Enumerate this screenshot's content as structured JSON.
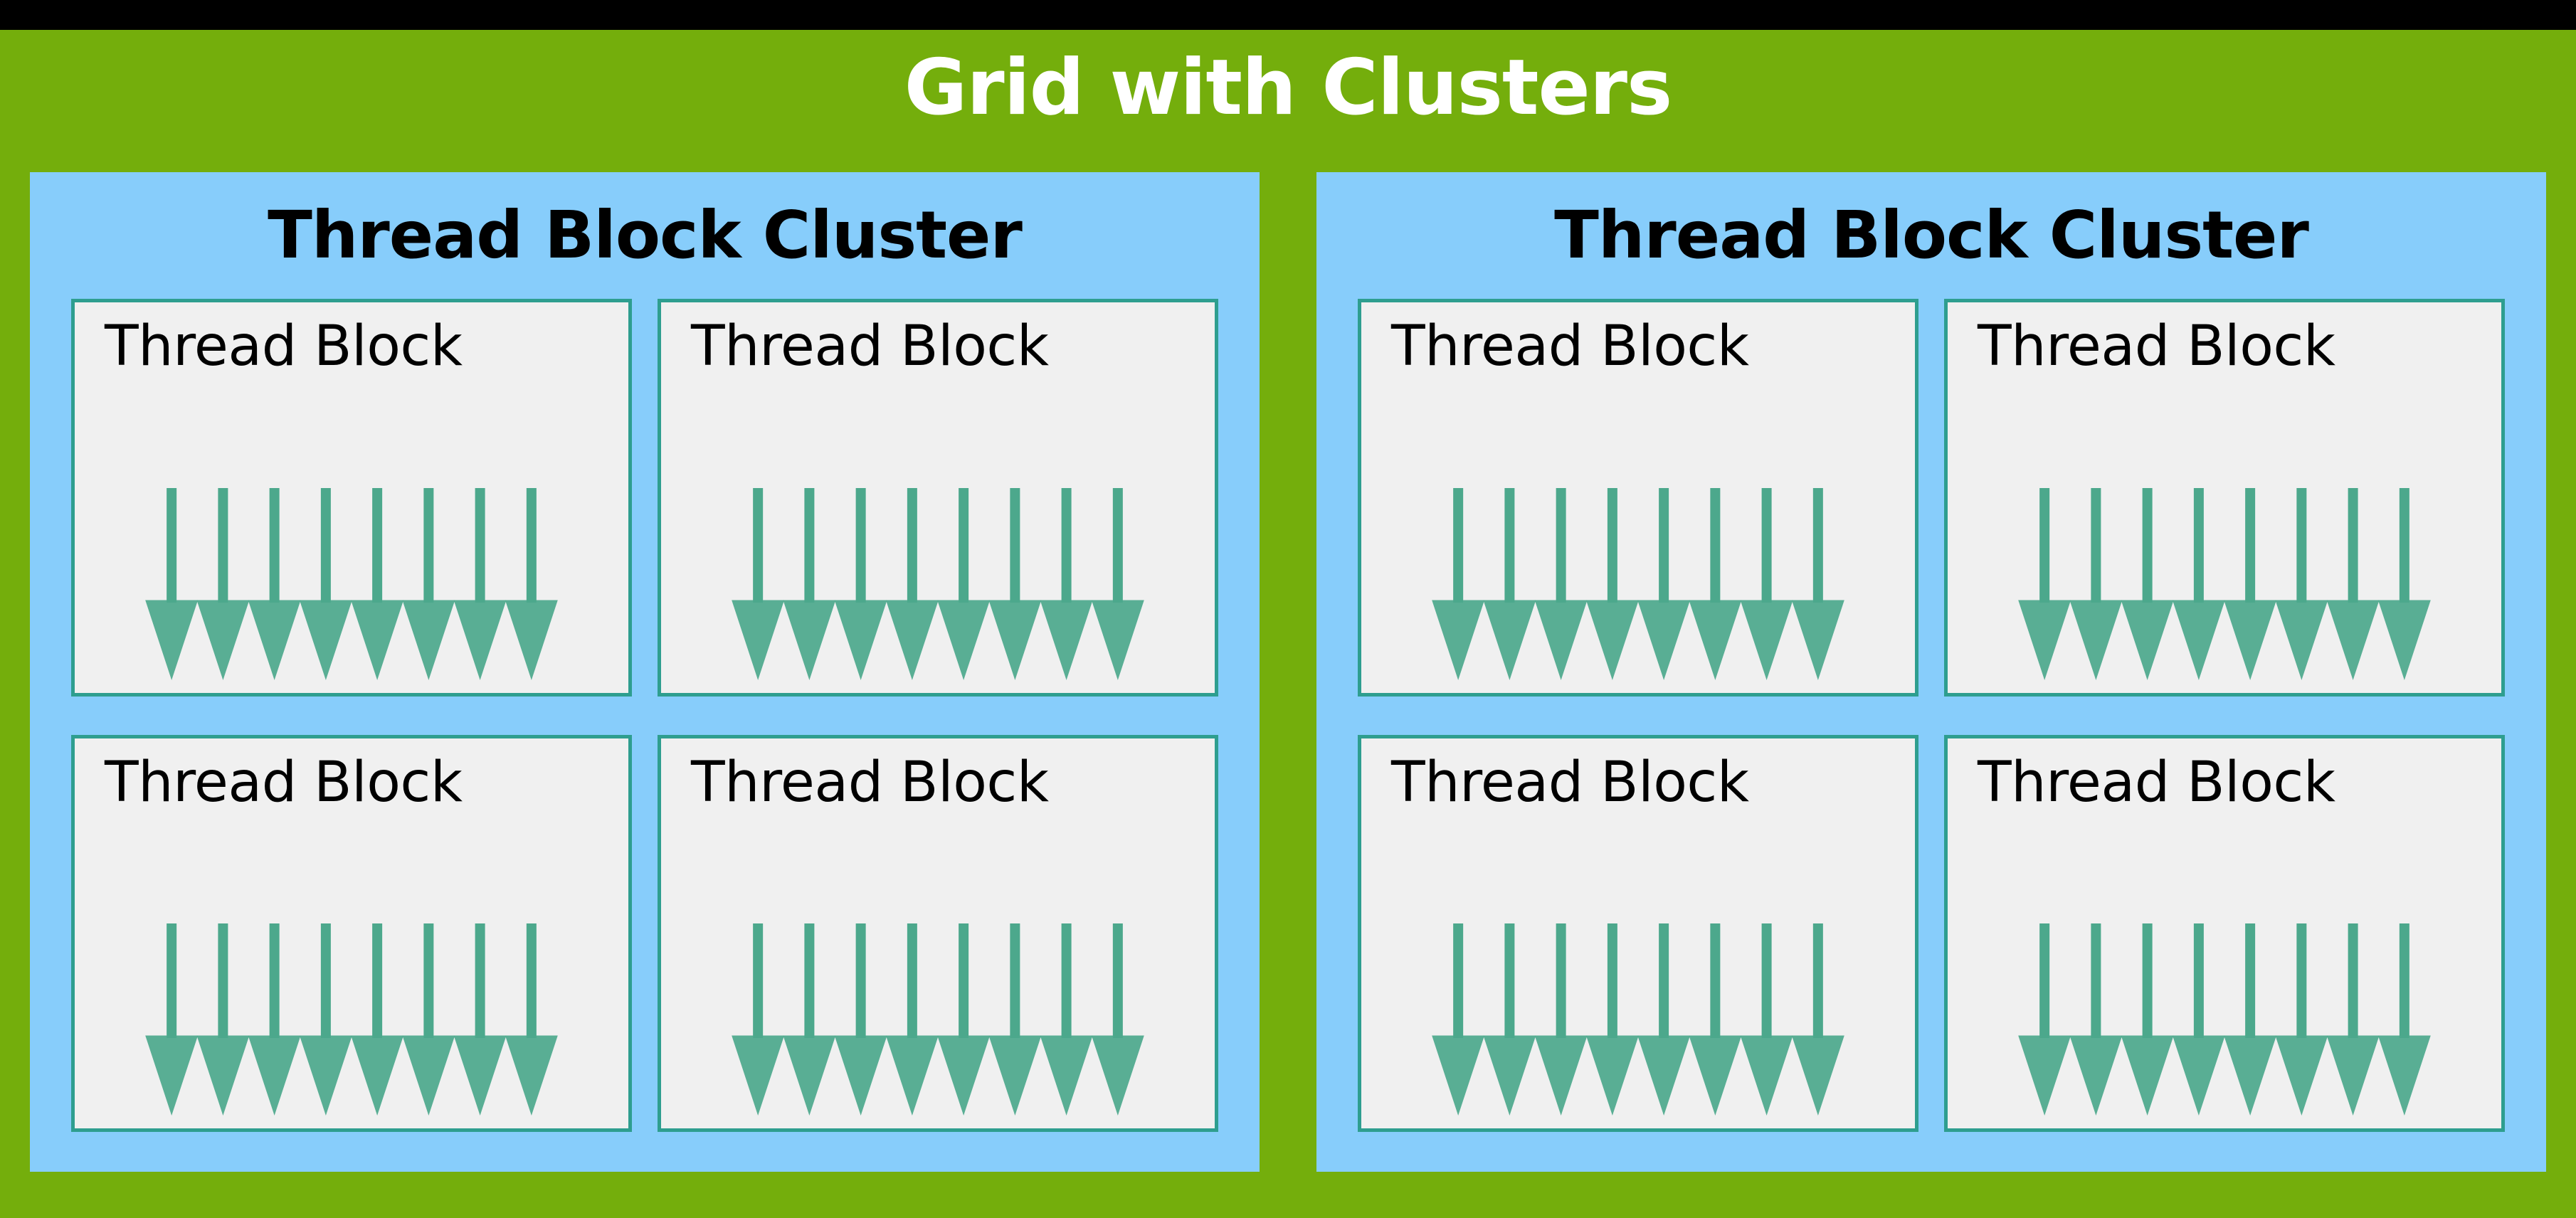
{
  "diagram": {
    "title": "Grid with Clusters",
    "title_color": "#FFFFFF",
    "background_color": "#74AE0C",
    "top_bar_color": "#000000",
    "clusters": [
      {
        "label": "Thread Block Cluster",
        "background_color": "#87CDFB",
        "label_color": "#000000",
        "blocks": [
          {
            "label": "Thread Block",
            "threads": 8
          },
          {
            "label": "Thread Block",
            "threads": 8
          },
          {
            "label": "Thread Block",
            "threads": 8
          },
          {
            "label": "Thread Block",
            "threads": 8
          }
        ]
      },
      {
        "label": "Thread Block Cluster",
        "background_color": "#87CDFB",
        "label_color": "#000000",
        "blocks": [
          {
            "label": "Thread Block",
            "threads": 8
          },
          {
            "label": "Thread Block",
            "threads": 8
          },
          {
            "label": "Thread Block",
            "threads": 8
          },
          {
            "label": "Thread Block",
            "threads": 8
          }
        ]
      }
    ],
    "block_style": {
      "background_color": "#F0F0F0",
      "border_color": "#2E9E8F",
      "arrow_color": "#4CA88C",
      "arrow_count": 8,
      "arrow_direction": "down"
    }
  }
}
